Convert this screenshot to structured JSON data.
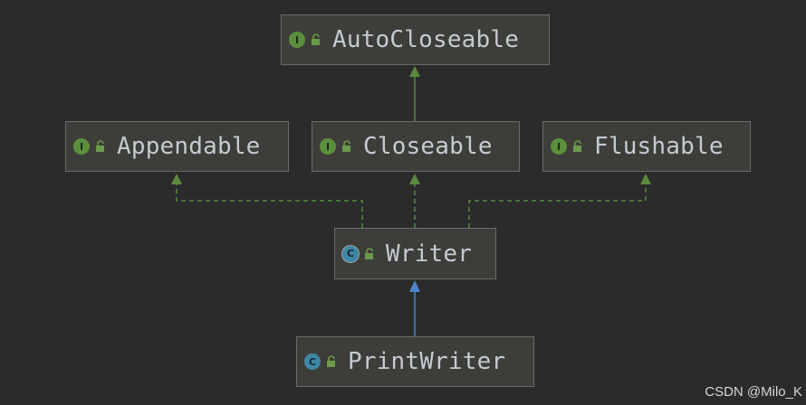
{
  "colors": {
    "background": "#2b2b2b",
    "node_fill": "#3d3e39",
    "implements_edge": "#5b8a3f",
    "extends_edge": "#4a86c9",
    "interface_badge": "#5c8f3c",
    "class_badge": "#3f87a6"
  },
  "nodes": {
    "autocloseable": {
      "label": "AutoCloseable",
      "badge": "I",
      "kind": "interface",
      "icon": "unlock-icon"
    },
    "appendable": {
      "label": "Appendable",
      "badge": "I",
      "kind": "interface",
      "icon": "unlock-icon"
    },
    "closeable": {
      "label": "Closeable",
      "badge": "I",
      "kind": "interface",
      "icon": "unlock-icon"
    },
    "flushable": {
      "label": "Flushable",
      "badge": "I",
      "kind": "interface",
      "icon": "unlock-icon"
    },
    "writer": {
      "label": "Writer",
      "badge": "C",
      "kind": "abstract-class",
      "icon": "unlock-icon"
    },
    "printwriter": {
      "label": "PrintWriter",
      "badge": "C",
      "kind": "class",
      "icon": "unlock-icon"
    }
  },
  "edges": [
    {
      "from": "closeable",
      "to": "autocloseable",
      "type": "extends"
    },
    {
      "from": "writer",
      "to": "appendable",
      "type": "implements"
    },
    {
      "from": "writer",
      "to": "closeable",
      "type": "implements"
    },
    {
      "from": "writer",
      "to": "flushable",
      "type": "implements"
    },
    {
      "from": "printwriter",
      "to": "writer",
      "type": "extends"
    }
  ],
  "watermark": "CSDN @Milo_K"
}
